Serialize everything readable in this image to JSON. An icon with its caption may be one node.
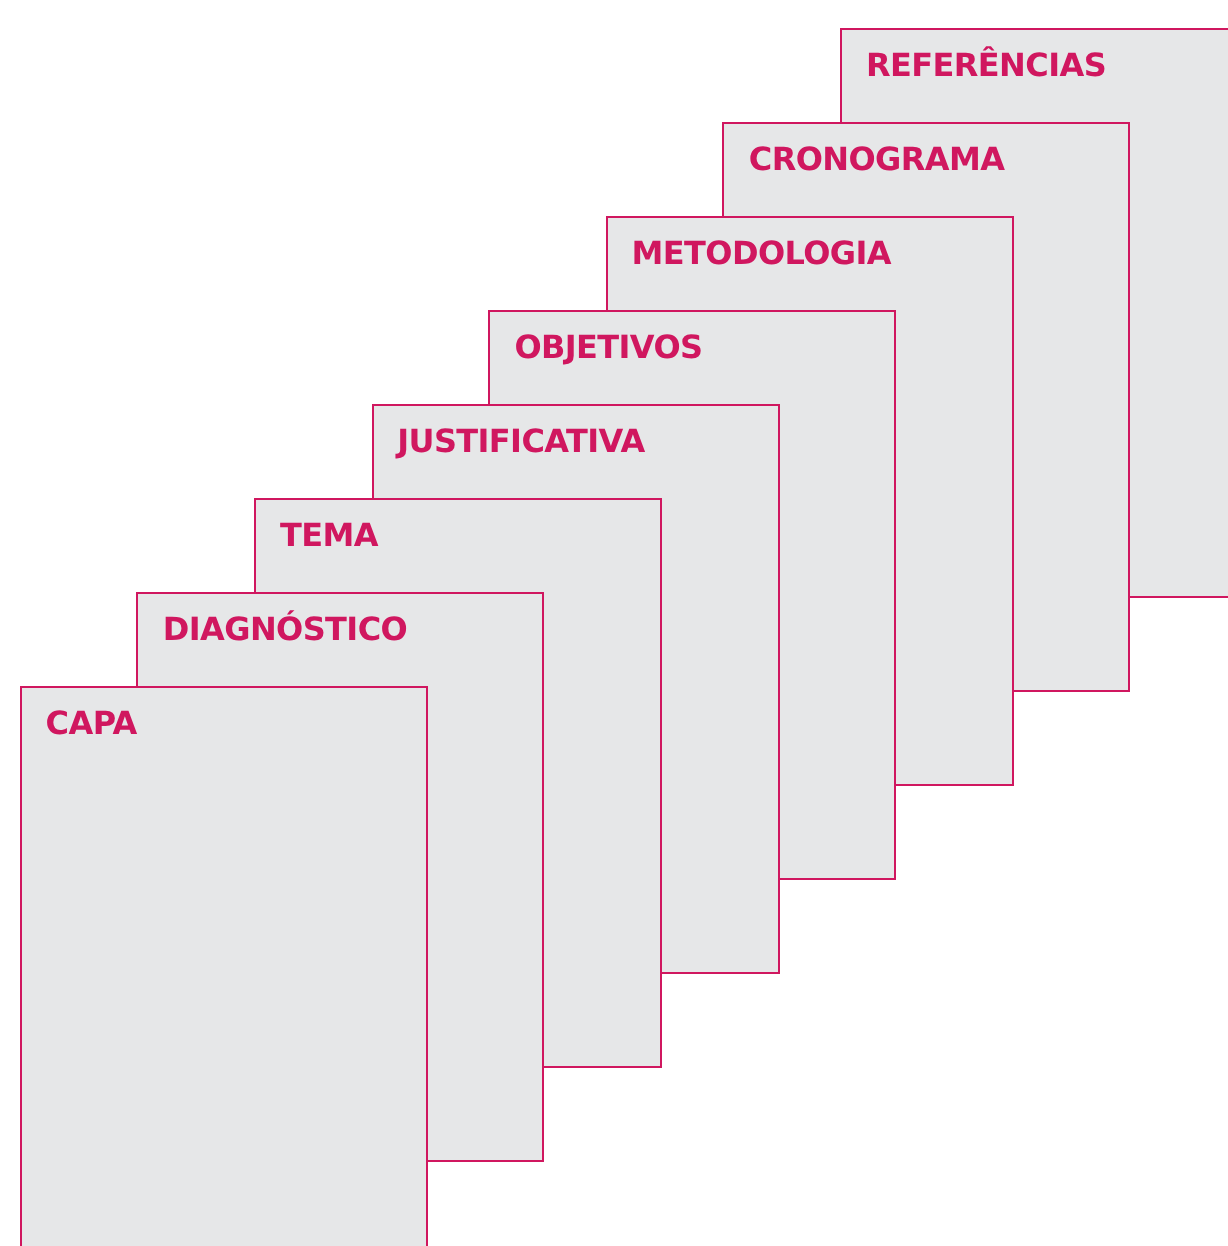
{
  "diagram": {
    "nodes": [
      {
        "text": [
          "REFERÊNCIAS"
        ]
      },
      {
        "text": [
          "CRONOGRAMA"
        ]
      },
      {
        "text": [
          "METODOLOGIA"
        ]
      },
      {
        "text": [
          "OBJETIVOS"
        ]
      },
      {
        "text": [
          "JUSTIFICATIVA"
        ]
      },
      {
        "text": [
          "TEMA"
        ]
      },
      {
        "text": [
          "DIAGNÓSTICO"
        ]
      },
      {
        "text": [
          "CAPA"
        ]
      }
    ]
  }
}
